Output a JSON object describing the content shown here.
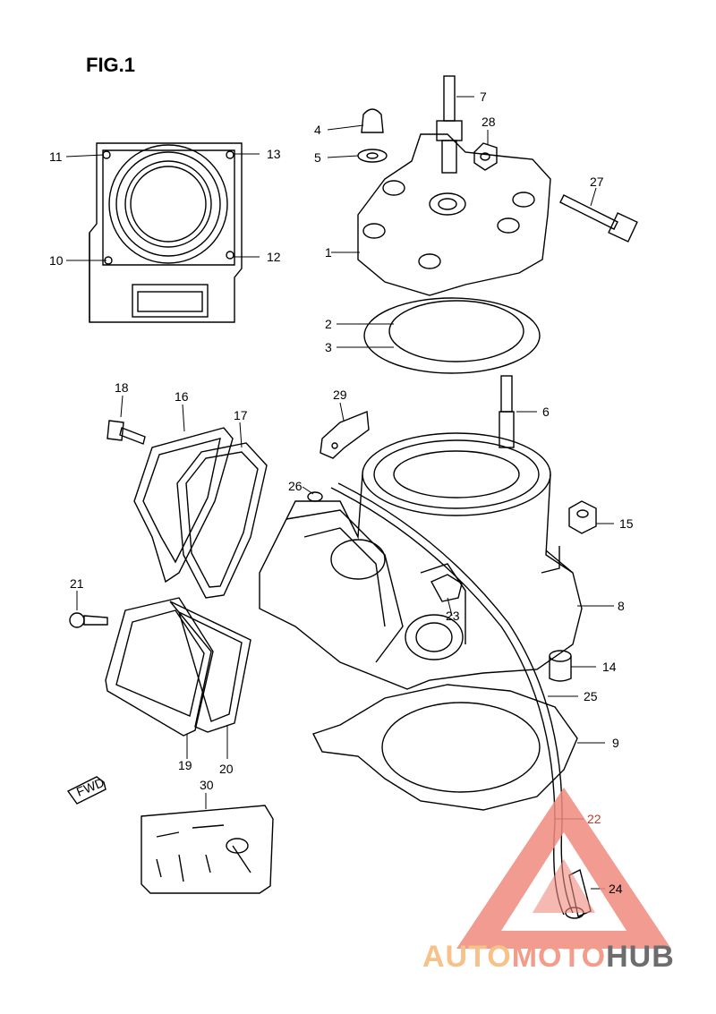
{
  "figure_title": "FIG.1",
  "watermark": {
    "part1": "AUTO",
    "part2": "MOTO",
    "part3": "HUB"
  },
  "fwd_label": "FWD",
  "callouts": [
    {
      "id": "1",
      "label": "1"
    },
    {
      "id": "2",
      "label": "2"
    },
    {
      "id": "3",
      "label": "3"
    },
    {
      "id": "4",
      "label": "4"
    },
    {
      "id": "5",
      "label": "5"
    },
    {
      "id": "6",
      "label": "6"
    },
    {
      "id": "7",
      "label": "7"
    },
    {
      "id": "8",
      "label": "8"
    },
    {
      "id": "9",
      "label": "9"
    },
    {
      "id": "10",
      "label": "10"
    },
    {
      "id": "11",
      "label": "11"
    },
    {
      "id": "12",
      "label": "12"
    },
    {
      "id": "13",
      "label": "13"
    },
    {
      "id": "14",
      "label": "14"
    },
    {
      "id": "15",
      "label": "15"
    },
    {
      "id": "16",
      "label": "16"
    },
    {
      "id": "17",
      "label": "17"
    },
    {
      "id": "18",
      "label": "18"
    },
    {
      "id": "19",
      "label": "19"
    },
    {
      "id": "20",
      "label": "20"
    },
    {
      "id": "21",
      "label": "21"
    },
    {
      "id": "22",
      "label": "22"
    },
    {
      "id": "23",
      "label": "23"
    },
    {
      "id": "24",
      "label": "24"
    },
    {
      "id": "25",
      "label": "25"
    },
    {
      "id": "26",
      "label": "26"
    },
    {
      "id": "27",
      "label": "27"
    },
    {
      "id": "28",
      "label": "28"
    },
    {
      "id": "29",
      "label": "29"
    },
    {
      "id": "30",
      "label": "30"
    }
  ],
  "colors": {
    "line": "#000000",
    "watermark_triangle": "#f08a7e",
    "watermark_orange": "#f6c28a",
    "watermark_gray": "#6d6d6d"
  }
}
